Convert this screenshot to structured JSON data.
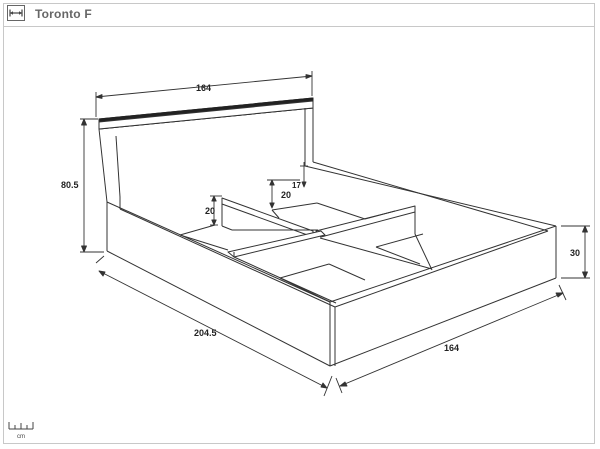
{
  "header": {
    "title": "Toronto F",
    "icon": "dimensions-icon"
  },
  "dimensions": {
    "headboard_width": "164",
    "height": "80.5",
    "length": "204.5",
    "width": "164",
    "frame_height": "30",
    "divider_height_front": "20",
    "divider_height_mid": "20",
    "divider_height_back": "17"
  },
  "scale": {
    "unit": "cm",
    "icon": "ruler-icon"
  },
  "colors": {
    "line": "#333333",
    "frame": "#c8c8c8",
    "title": "#666666"
  }
}
